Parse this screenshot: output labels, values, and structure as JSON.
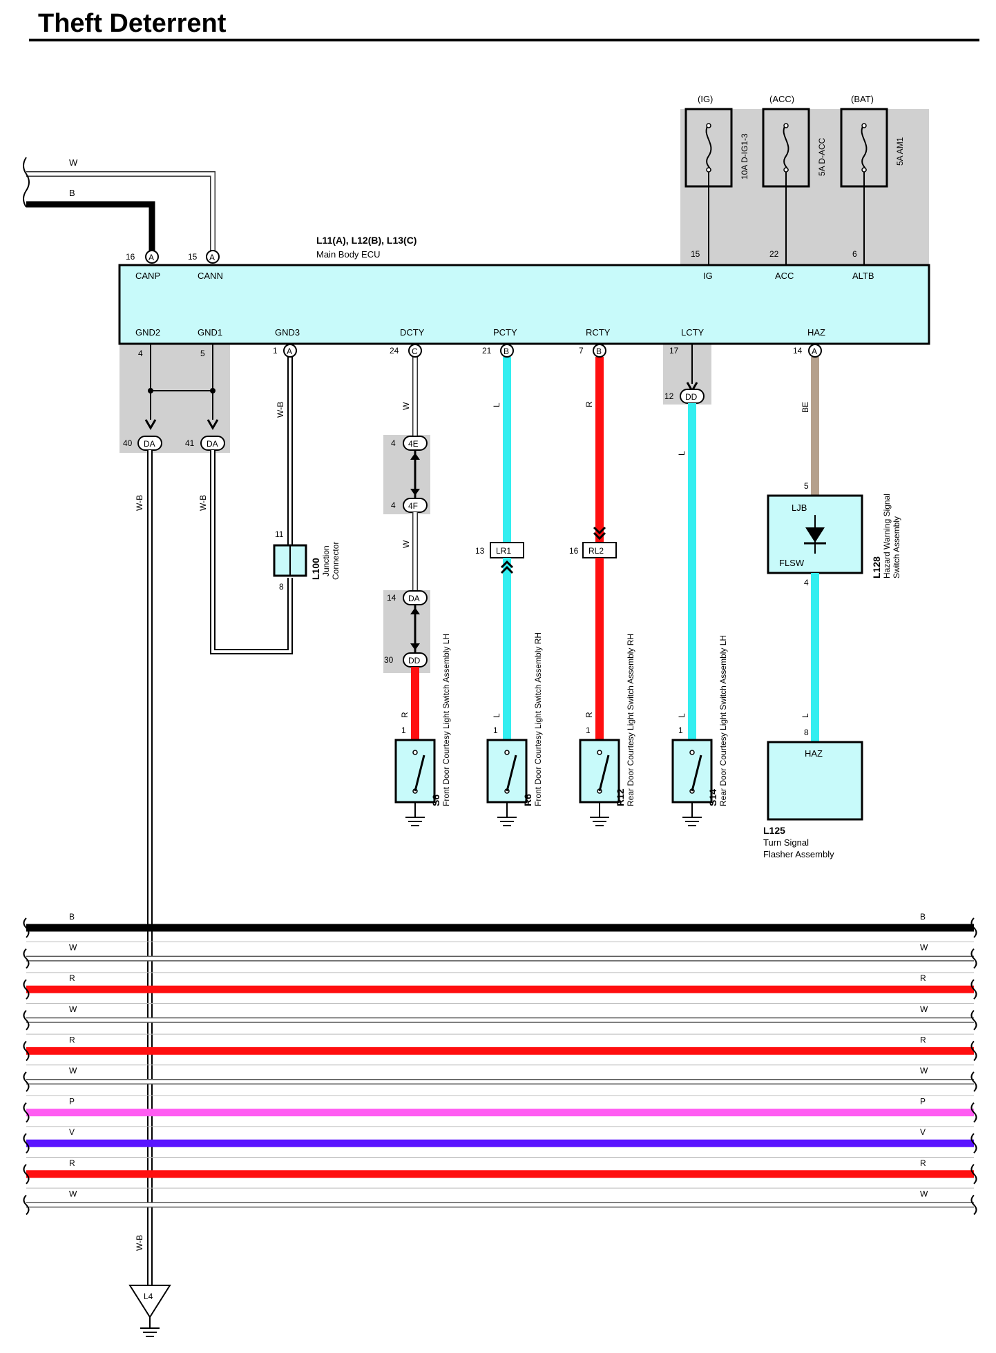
{
  "title": "Theft Deterrent",
  "colors": {
    "ecu_fill": "#c8fafa",
    "shade": "#d0d0d0",
    "wire_L": "#33eef0",
    "wire_R": "#ff0f10",
    "wire_BE": "#b5a08c",
    "wire_P": "#ff5cf2",
    "wire_V": "#5a14ff",
    "wire_B": "#000000",
    "wire_W": "#ffffff"
  },
  "ecu": {
    "id": "L11(A), L12(B), L13(C)",
    "name": "Main Body ECU",
    "top_pins": [
      {
        "label": "CANP",
        "pin": "16",
        "conn": "A"
      },
      {
        "label": "CANN",
        "pin": "15",
        "conn": "A"
      },
      {
        "label": "IG",
        "pin": "15",
        "conn": ""
      },
      {
        "label": "ACC",
        "pin": "22",
        "conn": ""
      },
      {
        "label": "ALTB",
        "pin": "6",
        "conn": ""
      }
    ],
    "bottom_pins": [
      {
        "label": "GND2",
        "pin": "4",
        "conn": ""
      },
      {
        "label": "GND1",
        "pin": "5",
        "conn": ""
      },
      {
        "label": "GND3",
        "pin": "1",
        "conn": "A"
      },
      {
        "label": "DCTY",
        "pin": "24",
        "conn": "C"
      },
      {
        "label": "PCTY",
        "pin": "21",
        "conn": "B"
      },
      {
        "label": "RCTY",
        "pin": "7",
        "conn": "B"
      },
      {
        "label": "LCTY",
        "pin": "17",
        "conn": ""
      },
      {
        "label": "HAZ",
        "pin": "14",
        "conn": "A"
      }
    ]
  },
  "fuses": [
    {
      "source": "(IG)",
      "name": "10A D-IG1-3"
    },
    {
      "source": "(ACC)",
      "name": "5A D-ACC"
    },
    {
      "source": "(BAT)",
      "name": "5A AM1"
    }
  ],
  "top_wires": {
    "w": "W",
    "b": "B"
  },
  "ground_branch": {
    "da40_pin": "40",
    "da41_pin": "41",
    "conn": "DA",
    "wire_left": "W-B",
    "wire_right": "W-B",
    "wire_gnd3": "W-B",
    "ground_point": "L4",
    "ground_wire": "W-B"
  },
  "junction": {
    "id": "L100",
    "name1": "Junction",
    "name2": "Connector",
    "pin_top": "11",
    "pin_bottom": "8"
  },
  "dcty": {
    "w1": "W",
    "e_pin": "4",
    "e_conn": "4E",
    "f_pin": "4",
    "f_conn": "4F",
    "w2": "W",
    "da_pin": "14",
    "da_conn": "DA",
    "dd_pin": "30",
    "dd_conn": "DD",
    "w3": "R",
    "sw_pin": "1"
  },
  "pcty": {
    "w1": "L",
    "lr_pin": "13",
    "lr_conn": "LR1",
    "w2": "L",
    "sw_pin": "1"
  },
  "rcty": {
    "w1": "R",
    "rl_pin": "16",
    "rl_conn": "RL2",
    "w2": "R",
    "sw_pin": "1"
  },
  "lcty": {
    "dd_pin": "12",
    "dd_conn": "DD",
    "w1": "L",
    "w2": "L",
    "sw_pin": "1"
  },
  "switches": [
    {
      "id": "S6",
      "name": "Front Door Courtesy Light Switch Assembly LH"
    },
    {
      "id": "R6",
      "name": "Front Door Courtesy Light Switch Assembly RH"
    },
    {
      "id": "R12",
      "name": "Rear Door Courtesy Light Switch Assembly RH"
    },
    {
      "id": "S14",
      "name": "Rear Door Courtesy Light Switch Assembly LH"
    }
  ],
  "hazard": {
    "wire1": "BE",
    "pin_in": "5",
    "ljb": "LJB",
    "flsw": "FLSW",
    "pin_out": "4",
    "id": "L128",
    "name1": "Hazard Warning Signal",
    "name2": "Switch Assembly",
    "wire2": "L",
    "flasher_pin": "8",
    "flasher_label": "HAZ",
    "flasher_id": "L125",
    "flasher_name1": "Turn Signal",
    "flasher_name2": "Flasher Assembly"
  },
  "bus": [
    {
      "label": "B",
      "color": "#000000"
    },
    {
      "label": "W",
      "color": "#ffffff"
    },
    {
      "label": "R",
      "color": "#ff0f10"
    },
    {
      "label": "W",
      "color": "#ffffff"
    },
    {
      "label": "R",
      "color": "#ff0f10"
    },
    {
      "label": "W",
      "color": "#ffffff"
    },
    {
      "label": "P",
      "color": "#ff5cf2"
    },
    {
      "label": "V",
      "color": "#5a14ff"
    },
    {
      "label": "R",
      "color": "#ff0f10"
    },
    {
      "label": "W",
      "color": "#ffffff"
    }
  ]
}
